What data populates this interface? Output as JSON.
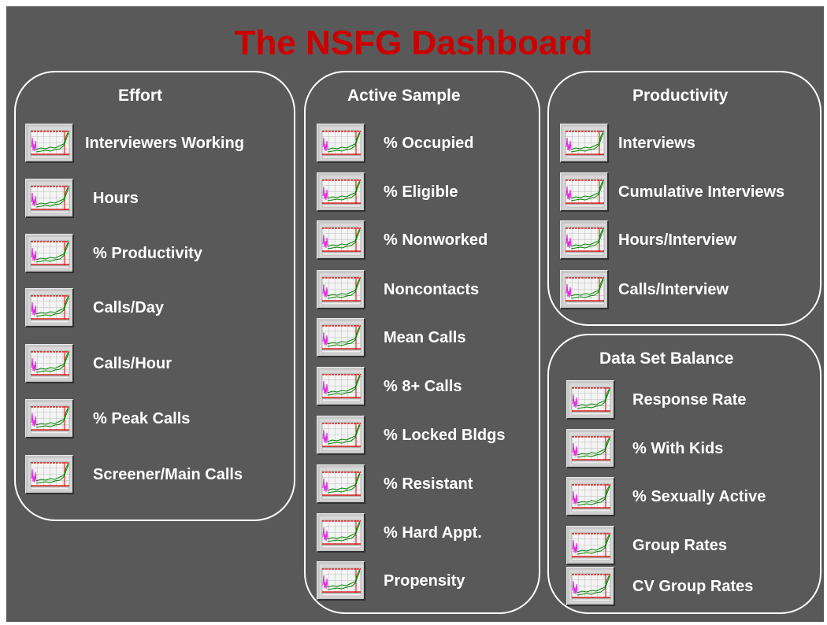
{
  "title": "The NSFG Dashboard",
  "panels": [
    {
      "id": "effort",
      "title": "Effort",
      "items": [
        {
          "label": "Interviewers Working"
        },
        {
          "label": "Hours"
        },
        {
          "label": "% Productivity"
        },
        {
          "label": "Calls/Day"
        },
        {
          "label": "Calls/Hour"
        },
        {
          "label": "% Peak Calls"
        },
        {
          "label": "Screener/Main Calls"
        }
      ]
    },
    {
      "id": "active-sample",
      "title": "Active Sample",
      "items": [
        {
          "label": "% Occupied"
        },
        {
          "label": "% Eligible"
        },
        {
          "label": "% Nonworked"
        },
        {
          "label": "Noncontacts"
        },
        {
          "label": "Mean Calls"
        },
        {
          "label": "% 8+ Calls"
        },
        {
          "label": "% Locked Bldgs"
        },
        {
          "label": "% Resistant"
        },
        {
          "label": "% Hard Appt."
        },
        {
          "label": "Propensity"
        }
      ]
    },
    {
      "id": "productivity",
      "title": "Productivity",
      "items": [
        {
          "label": "Interviews"
        },
        {
          "label": "Cumulative Interviews"
        },
        {
          "label": "Hours/Interview"
        },
        {
          "label": "Calls/Interview"
        }
      ]
    },
    {
      "id": "data-set-balance",
      "title": "Data Set Balance",
      "items": [
        {
          "label": "Response Rate"
        },
        {
          "label": "% With Kids"
        },
        {
          "label": "% Sexually Active"
        },
        {
          "label": "Group Rates"
        },
        {
          "label": "CV Group Rates"
        }
      ]
    }
  ],
  "colors": {
    "background": "#595959",
    "title": "#cc0000",
    "text": "#ffffff",
    "thumb_line_red": "#dd0000",
    "thumb_line_green": "#008800",
    "thumb_line_magenta": "#e020e0"
  },
  "icons": {
    "thumbnail": "mini-line-chart-icon"
  }
}
